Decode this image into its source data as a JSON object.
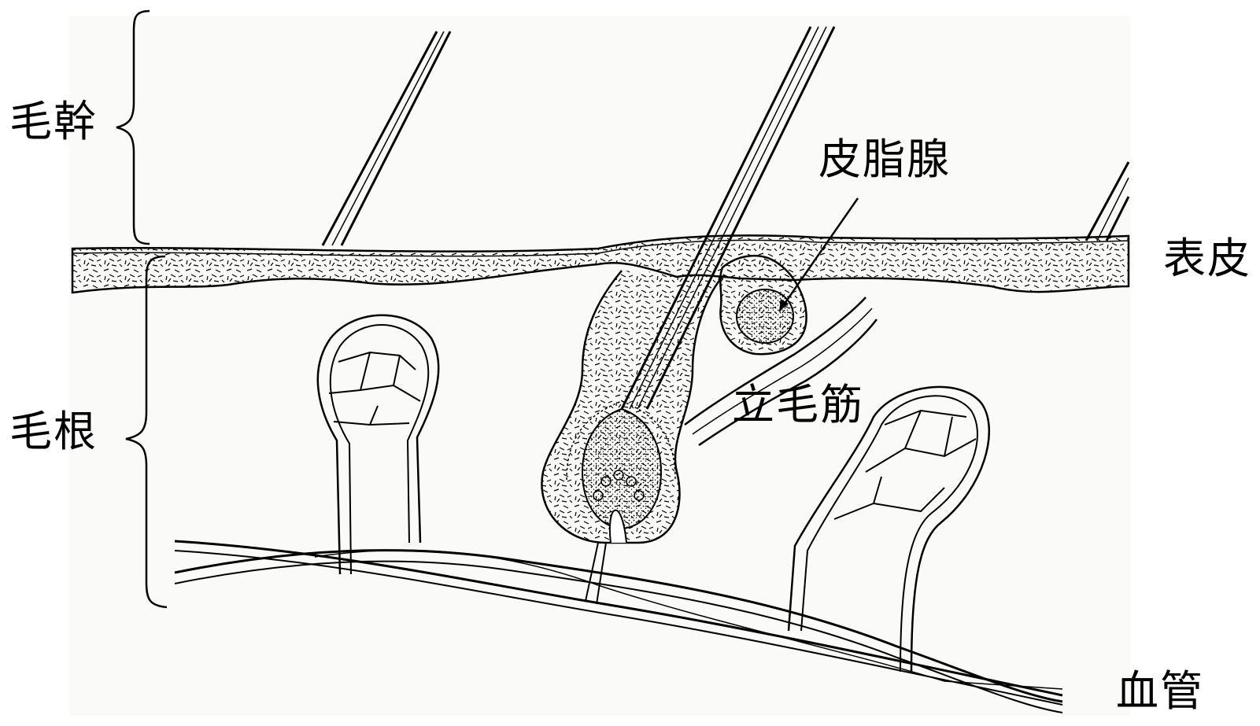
{
  "labels": {
    "hair_shaft": "毛幹",
    "hair_root": "毛根",
    "sebaceous_gland": "皮脂腺",
    "epidermis": "表皮",
    "arrector_pili": "立毛筋",
    "blood_vessel": "血管"
  },
  "colors": {
    "ink": "#000000",
    "background": "#ffffff",
    "panel": "#fafaf8"
  }
}
